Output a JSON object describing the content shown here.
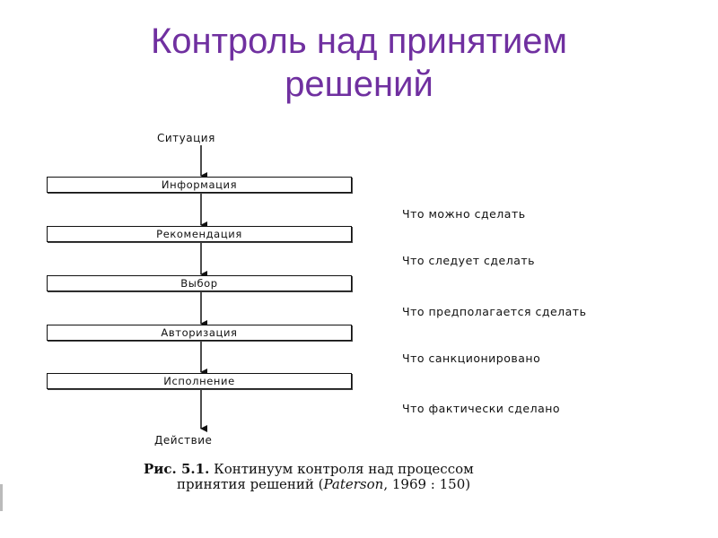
{
  "title": {
    "line1": "Контроль над принятием",
    "line2": "решений"
  },
  "diagram": {
    "start_label": "Ситуация",
    "end_label": "Действие",
    "steps": [
      "Информация",
      "Рекомендация",
      "Выбор",
      "Авторизация",
      "Исполнение"
    ],
    "outcomes": [
      "Что можно сделать",
      "Что следует сделать",
      "Что предполагается сделать",
      "Что санкционировано",
      "Что фактически сделано"
    ]
  },
  "caption": {
    "figure_number": "Рис. 5.1.",
    "text_line1": "Континуум контроля над процессом",
    "text_line2_prefix": "принятия решений (",
    "author": "Paterson",
    "text_line2_suffix": ", 1969 : 150)"
  }
}
